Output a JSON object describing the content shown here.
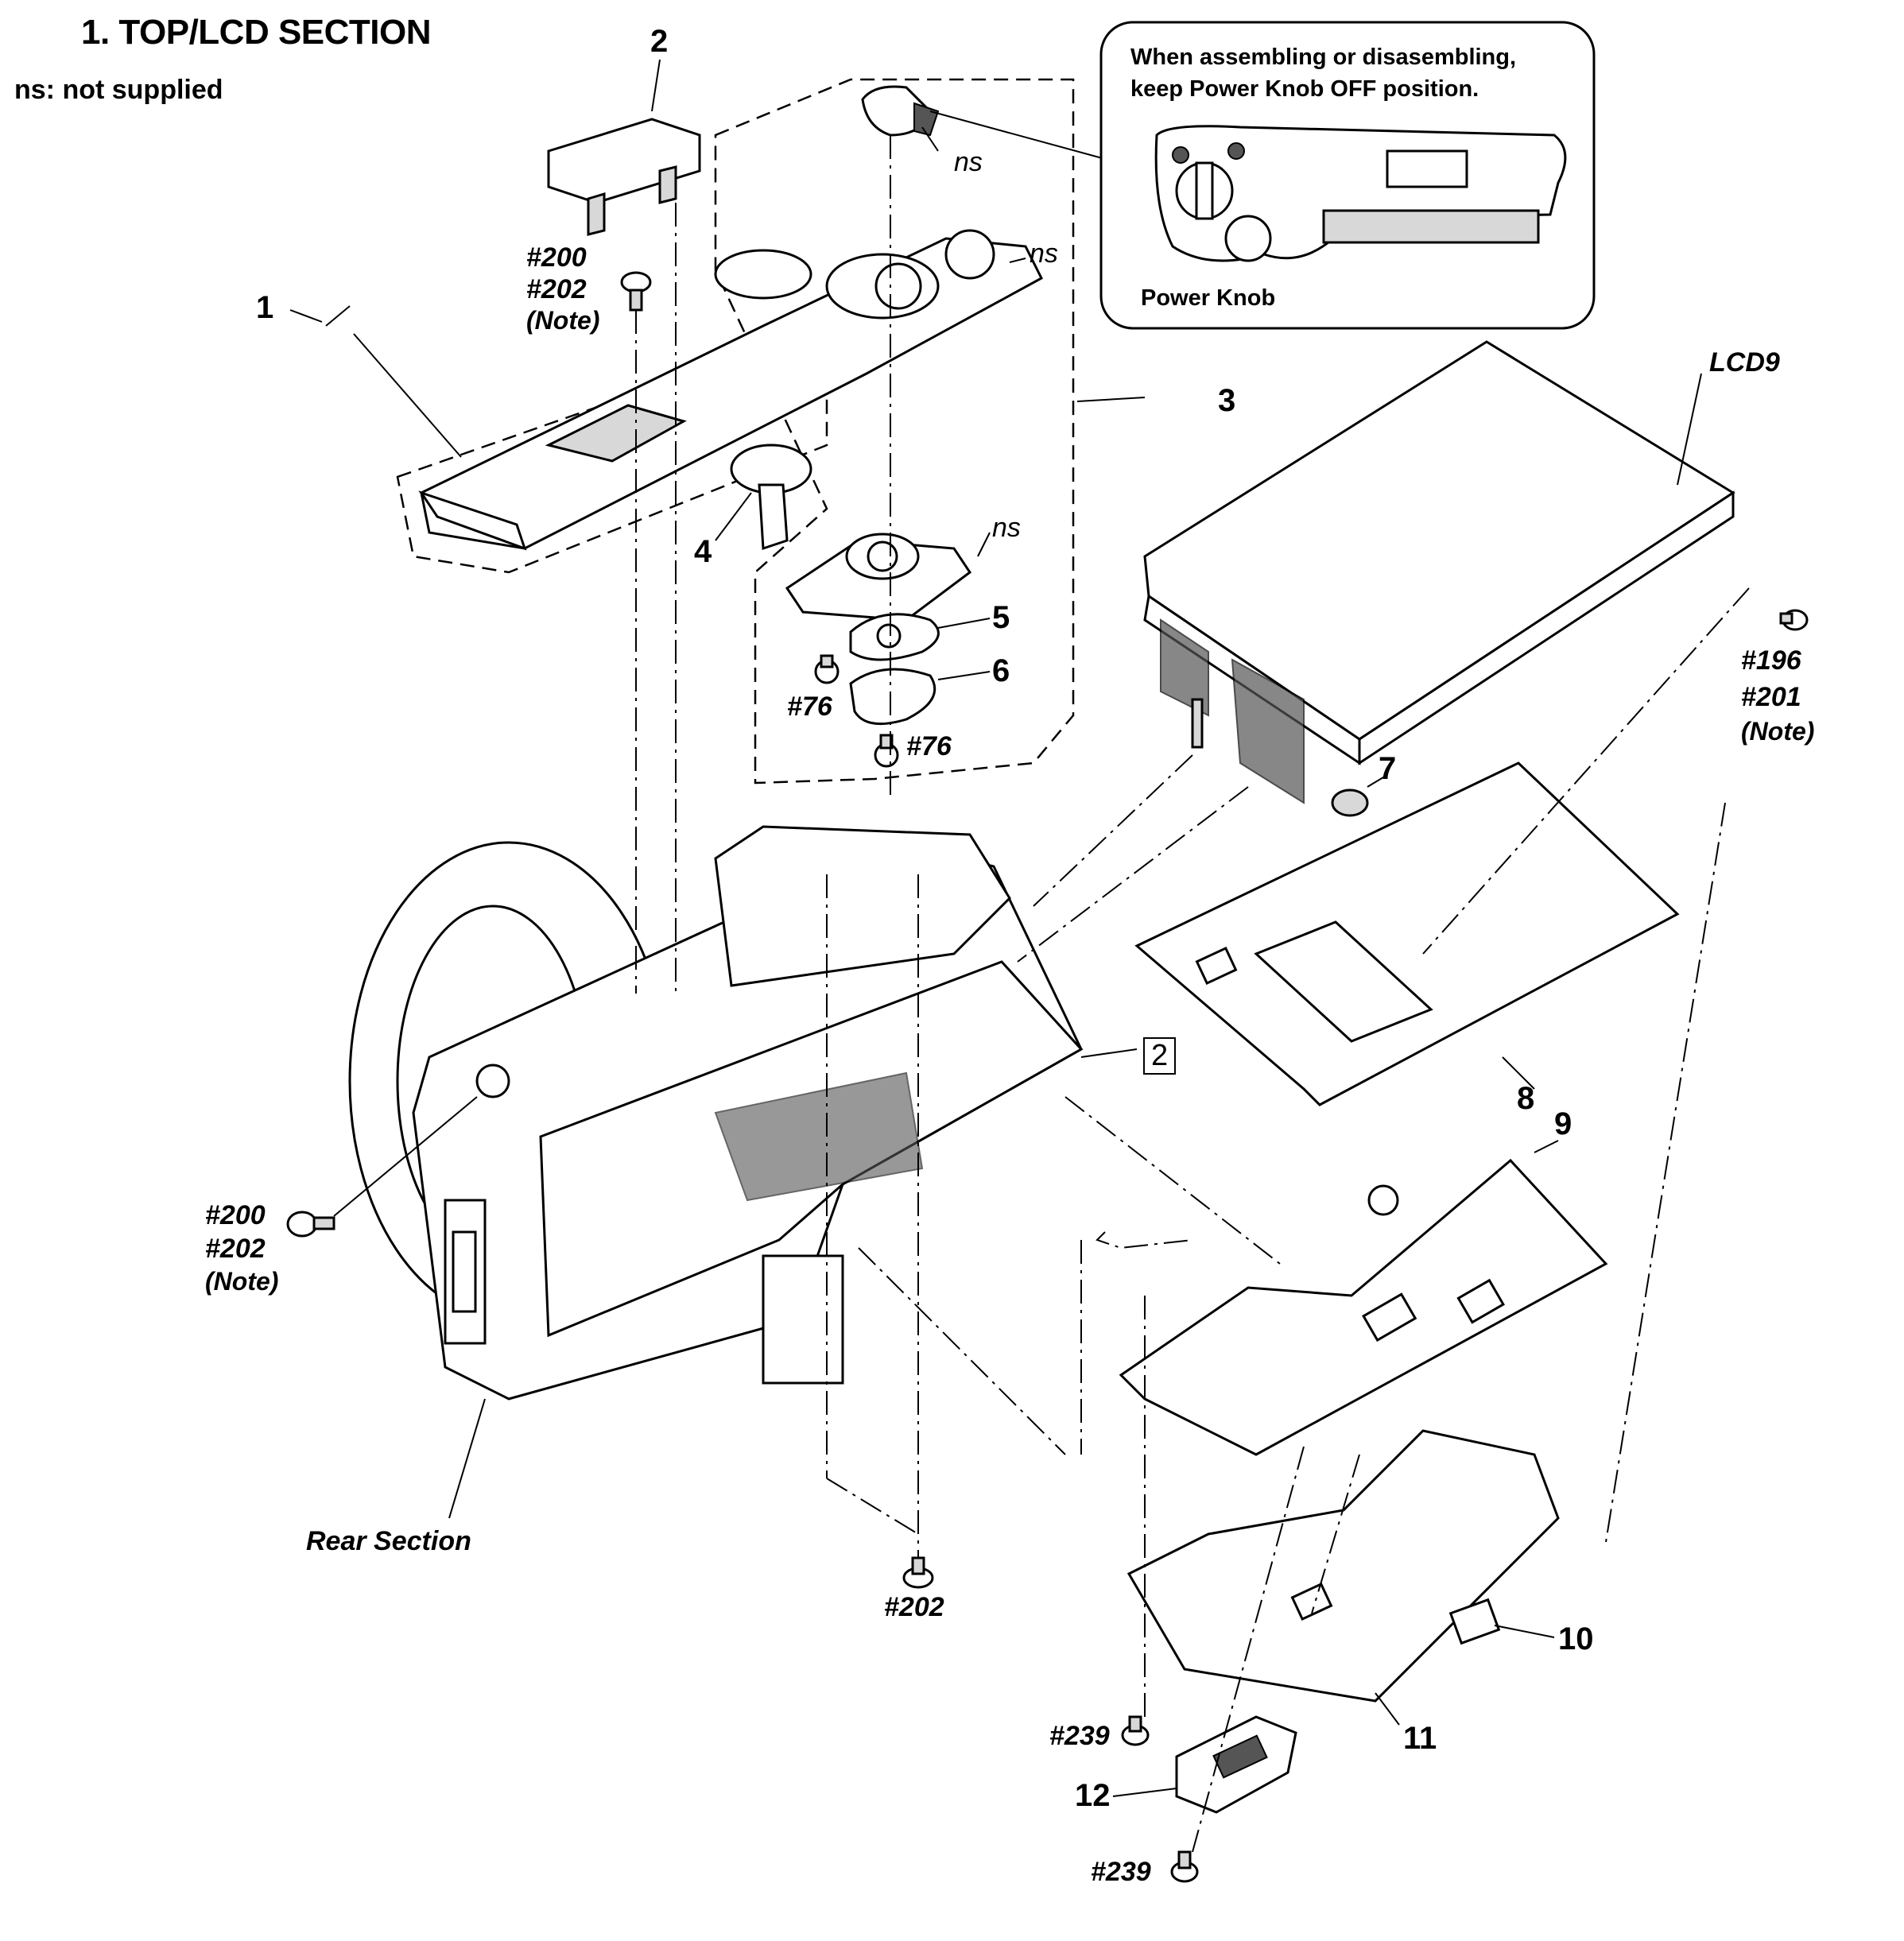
{
  "title": "1. TOP/LCD SECTION",
  "legend": "ns: not supplied",
  "callout": {
    "line1": "When assembling or disasembling,",
    "line2": "keep Power Knob OFF position.",
    "label": "Power Knob"
  },
  "labels": {
    "p1": "1",
    "p2": "2",
    "p3": "3",
    "p4": "4",
    "p5": "5",
    "p6": "6",
    "p7": "7",
    "p8": "8",
    "p9": "9",
    "p10": "10",
    "p11": "11",
    "p12": "12",
    "lcd9": "LCD9",
    "ns": "ns",
    "rear": "Rear Section",
    "boxed2": "2",
    "note": "(Note)",
    "s200": "#200",
    "s202": "#202",
    "s76": "#76",
    "s196": "#196",
    "s201": "#201",
    "s239": "#239"
  }
}
